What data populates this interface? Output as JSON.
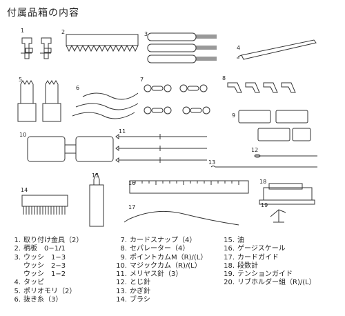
{
  "title": "付属品箱の内容",
  "figure_numbers": [
    "1",
    "2",
    "3",
    "4",
    "5",
    "6",
    "7",
    "8",
    "9",
    "10",
    "11",
    "12",
    "13",
    "14",
    "15",
    "16",
    "17",
    "18",
    "19"
  ],
  "legend_left": [
    {
      "n": "1.",
      "t": "取り付け金具（2）"
    },
    {
      "n": "2.",
      "t": "柄板　0−1/1"
    },
    {
      "n": "3.",
      "t": "ウッシ　1−3"
    },
    {
      "n": "",
      "t": "ウッシ　2−3"
    },
    {
      "n": "",
      "t": "ウッシ　1−2"
    },
    {
      "n": "4.",
      "t": "タッピ"
    },
    {
      "n": "5.",
      "t": "ポリオモリ（2）"
    },
    {
      "n": "6.",
      "t": "抜き糸（3）"
    }
  ],
  "legend_mid": [
    {
      "n": "7.",
      "t": "カードスナップ（4）"
    },
    {
      "n": "8.",
      "t": "セパレーター（4）"
    },
    {
      "n": "9.",
      "t": "ポイントカムM（R)/(L）"
    },
    {
      "n": "10.",
      "t": "マジックカム（R)/(L）"
    },
    {
      "n": "11.",
      "t": "メリヤス針（3）"
    },
    {
      "n": "12.",
      "t": "とじ針"
    },
    {
      "n": "13.",
      "t": "かぎ針"
    },
    {
      "n": "14.",
      "t": "ブラシ"
    }
  ],
  "legend_right": [
    {
      "n": "15.",
      "t": "油"
    },
    {
      "n": "16.",
      "t": "ゲージスケール"
    },
    {
      "n": "17.",
      "t": "カードガイド"
    },
    {
      "n": "18.",
      "t": "段数計"
    },
    {
      "n": "19.",
      "t": "テンションガイド"
    },
    {
      "n": "20.",
      "t": "リブホルダー組（R)/(L）"
    }
  ]
}
